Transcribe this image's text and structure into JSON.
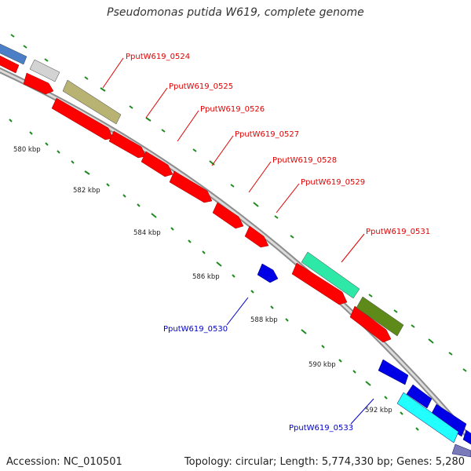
{
  "title": "Pseudomonas putida W619, complete genome",
  "footer": {
    "accession": "Accession: NC_010501",
    "topology": "Topology: circular; Length: 5,774,330 bp; Genes: 5,280"
  },
  "colors": {
    "backbone": "#9a9a9a",
    "tick": "#1f8a1f",
    "label_plus": "#e00000",
    "label_minus": "#0000cc",
    "cds": "#ff0000",
    "gray": "#d3d3d3",
    "khaki": "#b8b373",
    "aquamarine": "#2ee8a8",
    "olive": "#5e8a1a",
    "blue": "#0000e6",
    "cyan": "#22ffff",
    "steelblue": "#4a7fc8",
    "slate": "#7a7ab8"
  },
  "scale_labels": [
    "580 kbp",
    "582 kbp",
    "584 kbp",
    "586 kbp",
    "588 kbp",
    "590 kbp",
    "592 kbp"
  ],
  "gene_labels": [
    {
      "text": "PputW619_0524",
      "strand": "plus"
    },
    {
      "text": "PputW619_0525",
      "strand": "plus"
    },
    {
      "text": "PputW619_0526",
      "strand": "plus"
    },
    {
      "text": "PputW619_0527",
      "strand": "plus"
    },
    {
      "text": "PputW619_0528",
      "strand": "plus"
    },
    {
      "text": "PputW619_0529",
      "strand": "plus"
    },
    {
      "text": "PputW619_0531",
      "strand": "plus"
    },
    {
      "text": "PputW619_0530",
      "strand": "minus"
    },
    {
      "text": "PputW619_0533",
      "strand": "minus"
    }
  ]
}
